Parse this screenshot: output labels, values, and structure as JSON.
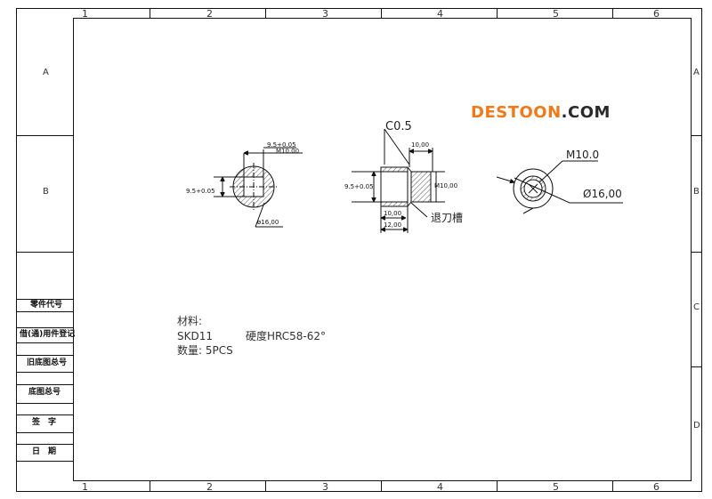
{
  "colors": {
    "watermark_orange": "#f07a1a",
    "watermark_dark": "#2a2a2a",
    "line": "#111111"
  },
  "grid": {
    "columns_top": [
      "1",
      "2",
      "3",
      "4",
      "5",
      "6"
    ],
    "columns_bottom": [
      "1",
      "2",
      "3",
      "4",
      "5",
      "6"
    ],
    "rows_left": [
      "A",
      "B"
    ],
    "rows_right": [
      "A",
      "B",
      "C",
      "D"
    ]
  },
  "title_block": [
    "零件代号",
    "借(通)用件登记",
    "旧底图总号",
    "底图总号",
    "签　字",
    "日　期"
  ],
  "watermark": {
    "part1": "DESTOON",
    "part2": ".COM"
  },
  "view_left": {
    "dim_top": "9.5+0.05",
    "dim_top2": "M10.00",
    "dim_side": "9.5+0.05",
    "diameter": "ø16,00"
  },
  "view_middle": {
    "chamfer": "C0.5",
    "dim_top": "10,00",
    "dim_side": "9.5+0.05",
    "dim_thread": "M10,00",
    "dim_bottom1": "10,00",
    "dim_bottom2": "12,00",
    "groove": "退刀槽"
  },
  "view_right": {
    "thread": "M10.0",
    "diameter": "Ø16,00"
  },
  "notes": {
    "line1": "材料:",
    "line2_a": "SKD11",
    "line2_b": "硬度HRC58-62°",
    "line3": "数量: 5PCS"
  }
}
